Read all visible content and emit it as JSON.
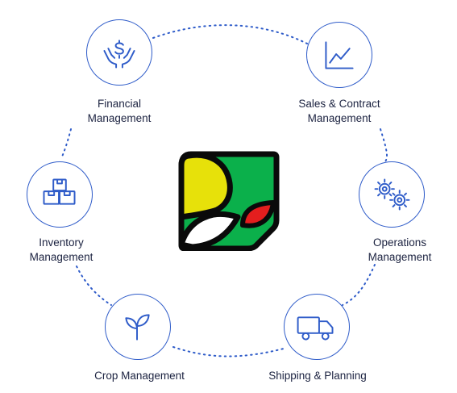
{
  "diagram": {
    "center_logo": "leaf-brand-logo",
    "accent_color": "#2f5cc9",
    "nodes": [
      {
        "id": "financial",
        "icon": "money-hands-icon",
        "label_line1": "Financial",
        "label_line2": "Management"
      },
      {
        "id": "sales",
        "icon": "line-chart-icon",
        "label_line1": "Sales & Contract",
        "label_line2": "Management"
      },
      {
        "id": "operations",
        "icon": "gears-icon",
        "label_line1": "Operations",
        "label_line2": "Management"
      },
      {
        "id": "shipping",
        "icon": "truck-icon",
        "label_line1": "Shipping & Planning",
        "label_line2": ""
      },
      {
        "id": "crop",
        "icon": "sprout-icon",
        "label_line1": "Crop Management",
        "label_line2": ""
      },
      {
        "id": "inventory",
        "icon": "boxes-icon",
        "label_line1": "Inventory",
        "label_line2": "Management"
      }
    ]
  }
}
